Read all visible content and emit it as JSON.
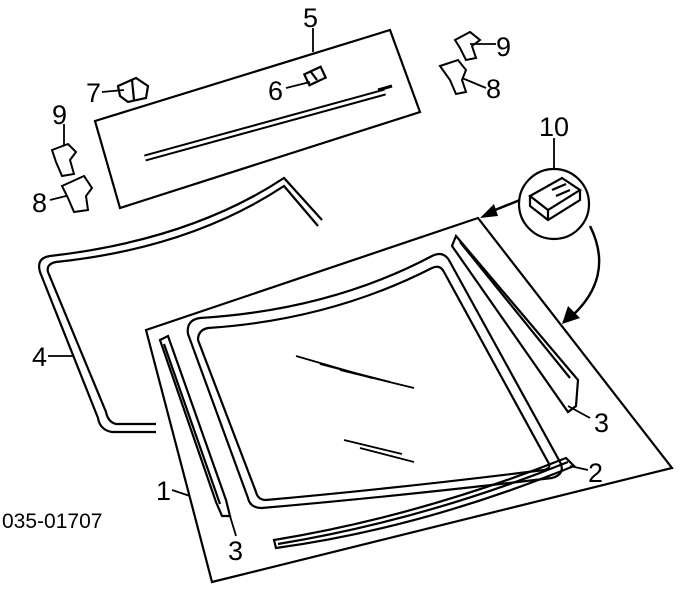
{
  "diagram": {
    "reference_code": "035-01707",
    "callouts": [
      {
        "id": "c5",
        "label": "5"
      },
      {
        "id": "c7",
        "label": "7"
      },
      {
        "id": "c6",
        "label": "6"
      },
      {
        "id": "c9a",
        "label": "9"
      },
      {
        "id": "c8a",
        "label": "8"
      },
      {
        "id": "c9b",
        "label": "9"
      },
      {
        "id": "c8b",
        "label": "8"
      },
      {
        "id": "c10",
        "label": "10"
      },
      {
        "id": "c4",
        "label": "4"
      },
      {
        "id": "c3a",
        "label": "3"
      },
      {
        "id": "c2",
        "label": "2"
      },
      {
        "id": "c1",
        "label": "1"
      },
      {
        "id": "c3b",
        "label": "3"
      }
    ]
  }
}
